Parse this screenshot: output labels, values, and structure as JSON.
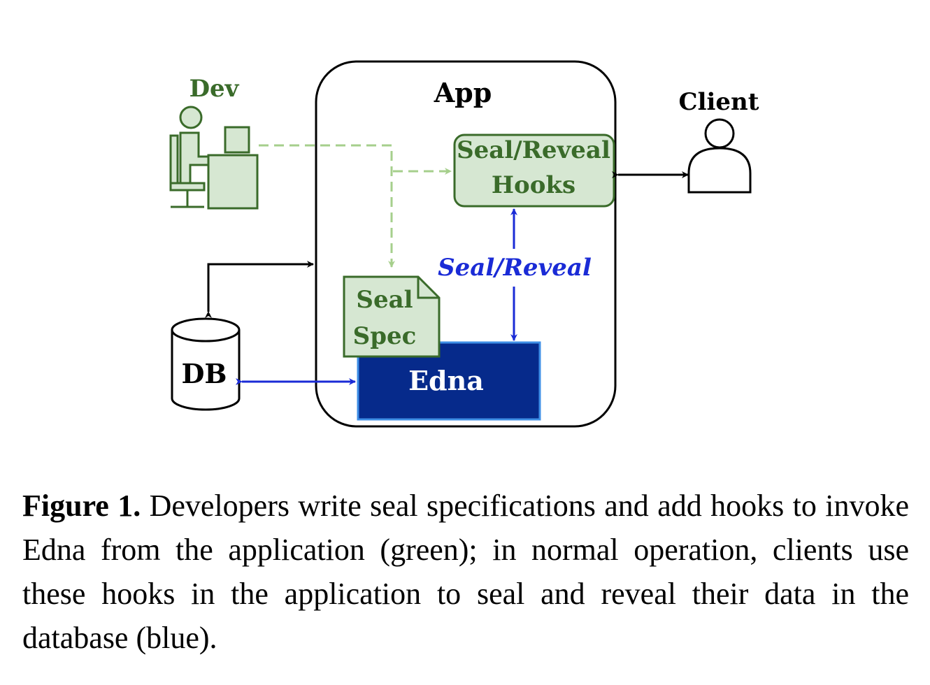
{
  "diagram": {
    "dev_label": "Dev",
    "app_label": "App",
    "client_label": "Client",
    "hooks_label_line1": "Seal/Reveal",
    "hooks_label_line2": "Hooks",
    "seal_reveal_label": "Seal/Reveal",
    "spec_label_line1": "Seal",
    "spec_label_line2": "Spec",
    "db_label": "DB",
    "edna_label": "Edna",
    "colors": {
      "green_dark": "#3a6b2a",
      "green_fill": "#d6e7d2",
      "green_light": "#a6cf8c",
      "blue_arrow": "#1a2bd6",
      "edna_fill": "#062a8b",
      "edna_border": "#3d8ee6"
    }
  },
  "caption": {
    "label": "Figure 1.",
    "text": " Developers write seal specifications and add hooks to invoke Edna from the application (green); in normal operation, clients use these hooks in the application to seal and reveal their data in the database (blue)."
  }
}
